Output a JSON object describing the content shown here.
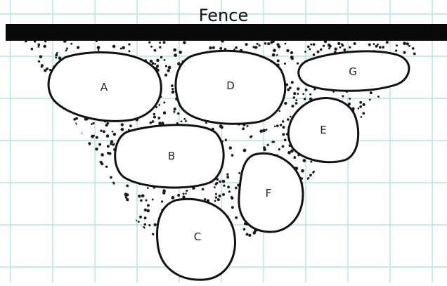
{
  "diagram": {
    "title": "Fence",
    "colors": {
      "grid": "#b9e3ee",
      "fence": "#0a0a0a",
      "gravel": "#1a1a1a",
      "outline": "#111111"
    },
    "rocks": [
      {
        "id": "A",
        "label": "A"
      },
      {
        "id": "B",
        "label": "B"
      },
      {
        "id": "C",
        "label": "C"
      },
      {
        "id": "D",
        "label": "D"
      },
      {
        "id": "E",
        "label": "E"
      },
      {
        "id": "F",
        "label": "F"
      },
      {
        "id": "G",
        "label": "G"
      }
    ]
  }
}
